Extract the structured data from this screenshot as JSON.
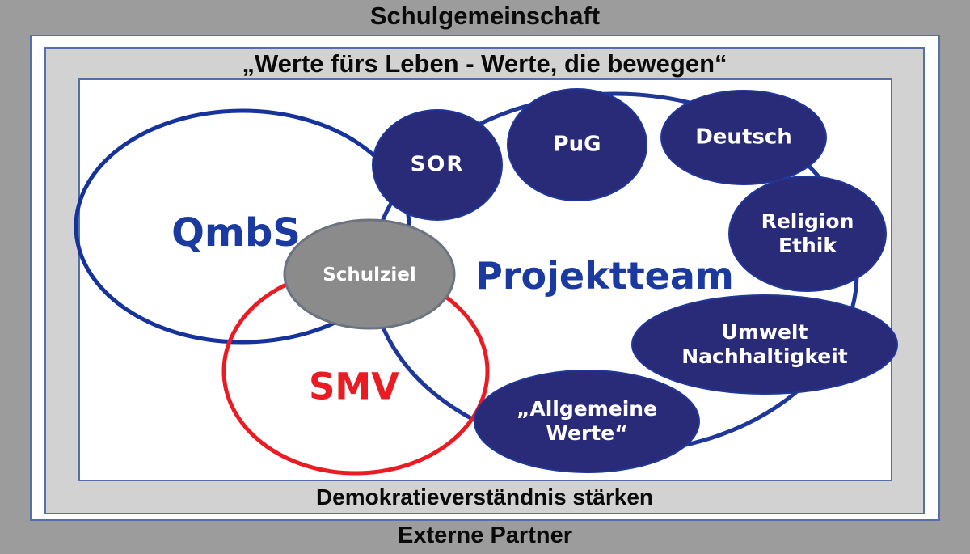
{
  "banners": {
    "schulgemeinschaft": "Schulgemeinschaft",
    "werte_motto": "„Werte fürs Leben - Werte, die bewegen“",
    "demokratie": "Demokratieverständnis stärken",
    "externe_partner": "Externe Partner"
  },
  "diagram": {
    "qmbs_label": "QmbS",
    "projektteam_label": "Projektteam",
    "smv_label": "SMV",
    "schulziel_label": "Schulziel",
    "subjects": [
      {
        "id": "sor",
        "label": "SOR"
      },
      {
        "id": "pug",
        "label": "PuG"
      },
      {
        "id": "deutsch",
        "label": "Deutsch"
      },
      {
        "id": "religion-ethik",
        "line1": "Religion",
        "line2": "Ethik"
      },
      {
        "id": "umwelt-nachhaltigkeit",
        "line1": "Umwelt",
        "line2": "Nachhaltigkeit"
      },
      {
        "id": "allgemeine-werte",
        "line1": "„Allgemeine",
        "line2": "Werte“"
      }
    ]
  },
  "colors": {
    "background_gray": "#9c9c9c",
    "band_gray": "#d2d2d2",
    "frame_border_blue": "#5470a8",
    "navy_ellipse_fill": "#2a2b78",
    "ring_blue": "#1e3799",
    "qmbs_circle_blue": "#16339b",
    "smv_red": "#ea1b22",
    "title_blue": "#1a3aa0",
    "schulziel_gray": "#8b8b8b",
    "label_white": "#ffffff",
    "heading_black": "#0a0a0a"
  }
}
